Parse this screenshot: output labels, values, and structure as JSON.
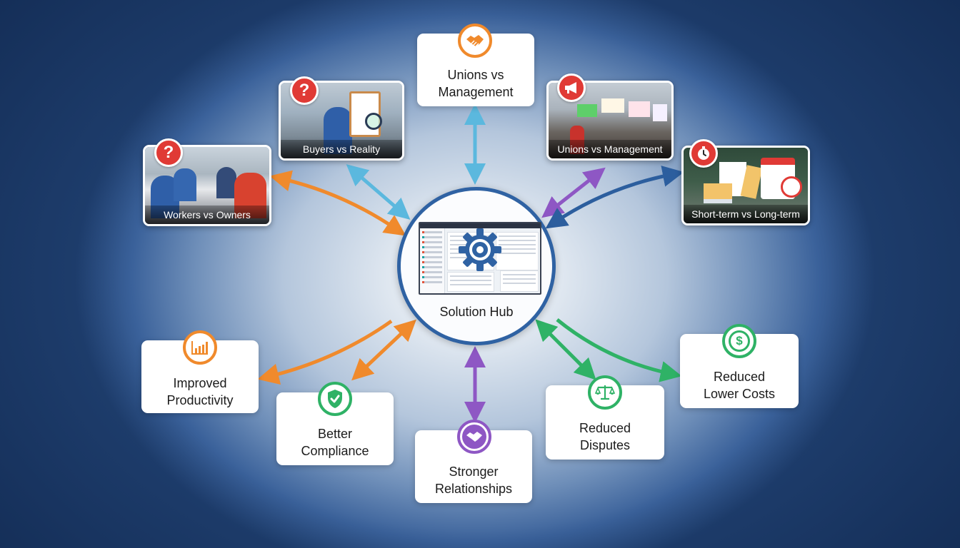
{
  "hub": {
    "label": "Solution Hub",
    "icon": "gear-icon",
    "accent": "#2f62a3"
  },
  "challenges": [
    {
      "id": "workers-vs-owners",
      "label": "Workers vs Owners",
      "badge_icon": "question-icon",
      "badge_glyph": "?",
      "arrow_color": "#f08a2c"
    },
    {
      "id": "buyers-vs-reality",
      "label": "Buyers vs Reality",
      "badge_icon": "question-icon",
      "badge_glyph": "?",
      "arrow_color": "#5bb8de"
    },
    {
      "id": "unions-vs-management-top",
      "label": "Unions vs Management",
      "badge_icon": "handshake-icon",
      "arrow_color": "#5bb8de",
      "accent": "#f08a2c"
    },
    {
      "id": "unions-vs-management-photo",
      "label": "Unions vs Management",
      "badge_icon": "megaphone-icon",
      "arrow_color": "#8e57c4"
    },
    {
      "id": "short-vs-long-term",
      "label": "Short-term vs Long-term",
      "badge_icon": "stopwatch-icon",
      "arrow_color": "#2c5e9e"
    }
  ],
  "outcomes": [
    {
      "id": "improved-productivity",
      "label_line1": "Improved",
      "label_line2": "Productivity",
      "icon": "bar-chart-icon",
      "color": "#f08a2c"
    },
    {
      "id": "better-compliance",
      "label_line1": "Better",
      "label_line2": "Compliance",
      "icon": "shield-check-icon",
      "color": "#2fb266"
    },
    {
      "id": "stronger-relationships",
      "label_line1": "Stronger",
      "label_line2": "Relationships",
      "icon": "handshake-icon",
      "color": "#8e57c4"
    },
    {
      "id": "reduced-disputes",
      "label_line1": "Reduced",
      "label_line2": "Disputes",
      "icon": "scales-icon",
      "color": "#2fb266"
    },
    {
      "id": "reduced-lower-costs",
      "label_line1": "Reduced",
      "label_line2": "Lower Costs",
      "icon": "dollar-coin-icon",
      "color": "#2fb266"
    }
  ]
}
